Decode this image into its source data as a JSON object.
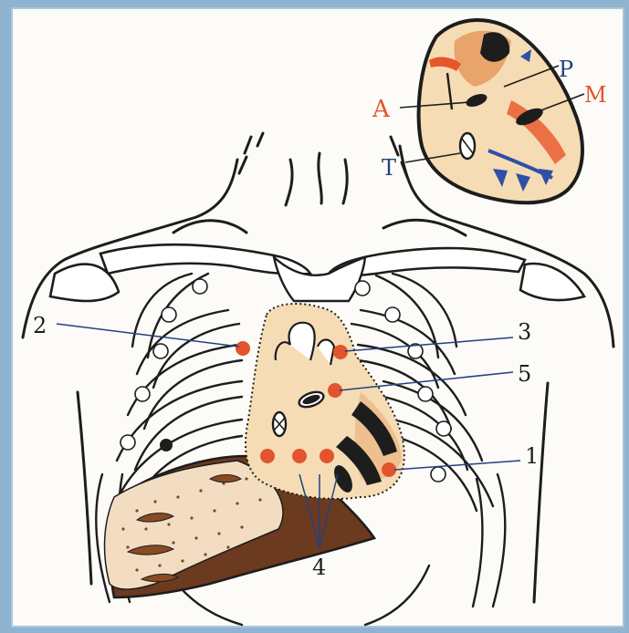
{
  "diagram": {
    "numbers": {
      "n1": "1",
      "n2": "2",
      "n3": "3",
      "n4": "4",
      "n5": "5"
    },
    "inset": {
      "p": "P",
      "m": "M",
      "a": "A",
      "t": "T"
    },
    "colors": {
      "background": "#8fb4cf",
      "paper": "#fcfbf7",
      "heart_fill": "#f6dcb4",
      "heart_shade": "#e8a46a",
      "liver": "#6b3a1f",
      "spot": "#e2542e",
      "inset_red": "#e8552a",
      "inset_blue": "#2f4fa8",
      "label_red": "#e2542e",
      "label_blue": "#24407e",
      "ink": "#1d1d1d"
    }
  }
}
